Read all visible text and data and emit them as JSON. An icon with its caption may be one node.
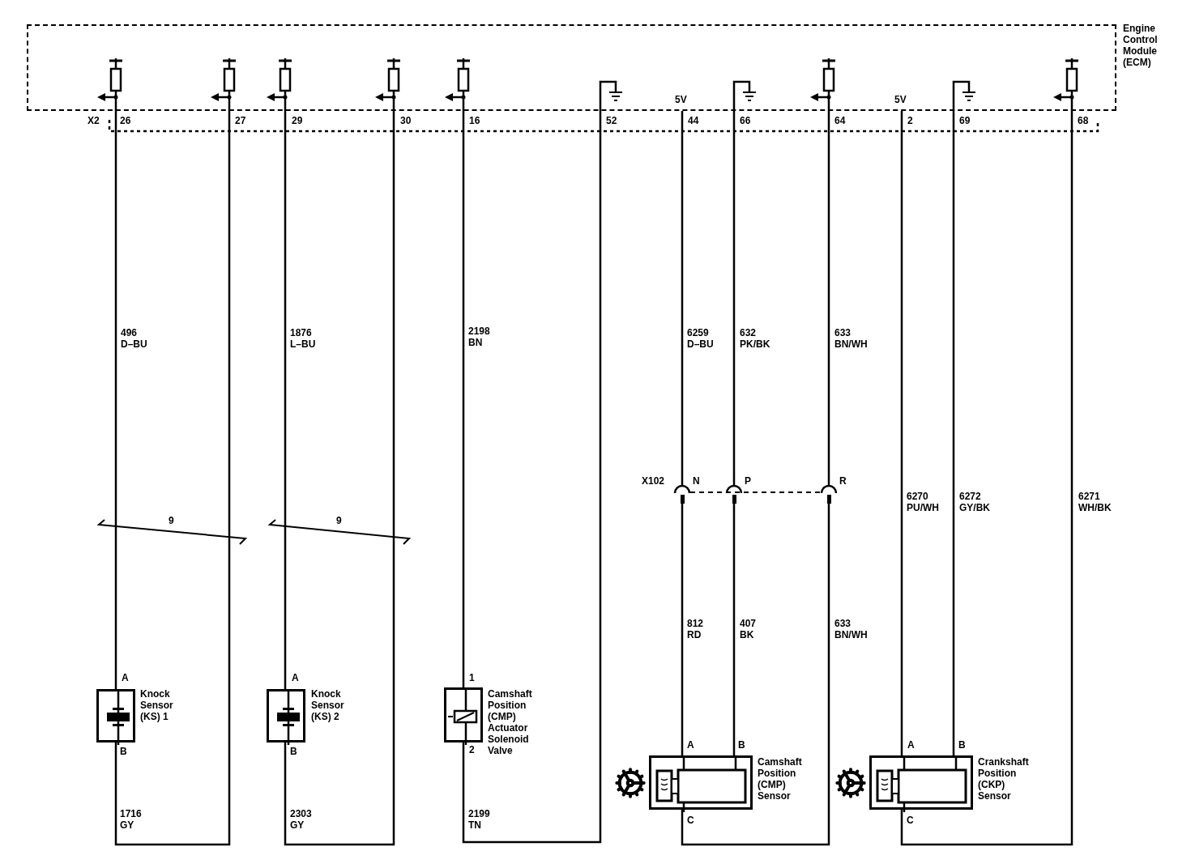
{
  "diagram": {
    "nodes": [
      {
        "text": [
          "Engine Control Module (ECM)"
        ]
      },
      {
        "text": [
          "Knock Sensor (KS) 1"
        ]
      },
      {
        "text": [
          "Knock Sensor (KS) 2"
        ]
      },
      {
        "text": [
          "Camshaft Position (CMP) Actuator Solenoid Valve"
        ]
      },
      {
        "text": [
          "X102"
        ]
      },
      {
        "text": [
          "N"
        ],
        "in": 4
      },
      {
        "text": [
          "P"
        ],
        "in": 4
      },
      {
        "text": [
          "R"
        ],
        "in": 4
      },
      {
        "text": [
          "Camshaft Position (CMP) Sensor"
        ]
      },
      {
        "text": [
          "Crankshaft Position (CKP) Sensor"
        ]
      }
    ],
    "edges": [
      {
        "from": 0,
        "to": 1,
        "arrow": "none",
        "label": "496 D–BU"
      },
      {
        "from": 1,
        "to": 0,
        "arrow": "none",
        "label": "1716 GY"
      },
      {
        "from": 0,
        "to": 2,
        "arrow": "none",
        "label": "1876 L–BU"
      },
      {
        "from": 2,
        "to": 0,
        "arrow": "none",
        "label": "2303 GY"
      },
      {
        "from": 0,
        "to": 3,
        "arrow": "none",
        "label": "2198 BN"
      },
      {
        "from": 3,
        "to": 0,
        "arrow": "none",
        "label": "2199 TN"
      },
      {
        "from": 0,
        "to": 5,
        "arrow": "none",
        "label": "6259 D–BU"
      },
      {
        "from": 5,
        "to": 8,
        "arrow": "none",
        "label": "812 RD"
      },
      {
        "from": 0,
        "to": 6,
        "arrow": "none",
        "label": "632 PK/BK"
      },
      {
        "from": 6,
        "to": 8,
        "arrow": "none",
        "label": "407 BK"
      },
      {
        "from": 0,
        "to": 7,
        "arrow": "none",
        "label": "633 BN/WH"
      },
      {
        "from": 7,
        "to": 8,
        "arrow": "none",
        "label": "633 BN/WH"
      },
      {
        "from": 0,
        "to": 9,
        "arrow": "none",
        "label": "6270 PU/WH"
      },
      {
        "from": 0,
        "to": 9,
        "arrow": "none",
        "label": "6272 GY/BK"
      },
      {
        "from": 9,
        "to": 0,
        "arrow": "none",
        "label": "6271 WH/BK"
      }
    ],
    "labels": [
      "5V",
      "5V",
      "X2",
      "26",
      "27",
      "29",
      "30",
      "16",
      "52",
      "44",
      "66",
      "64",
      "2",
      "69",
      "68",
      "9",
      "9",
      "A",
      "A",
      "1",
      "A",
      "B",
      "A",
      "B",
      "B",
      "B",
      "2",
      "C",
      "C"
    ]
  }
}
